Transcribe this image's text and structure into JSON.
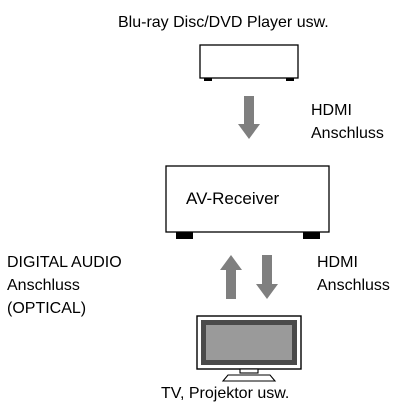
{
  "devices": {
    "player": "Blu-ray Disc/DVD Player usw.",
    "receiver": "AV-Receiver",
    "tv": "TV, Projektor usw."
  },
  "connections": {
    "top": {
      "line1": "HDMI",
      "line2": "Anschluss"
    },
    "right": {
      "line1": "HDMI",
      "line2": "Anschluss"
    },
    "left": {
      "line1": "DIGITAL AUDIO",
      "line2": "Anschluss",
      "line3": "(OPTICAL)"
    }
  },
  "colors": {
    "arrow": "#7f7f7f",
    "stroke": "#000000",
    "screen_outer": "#4a4a4a",
    "screen_inner": "#9a9a9a"
  }
}
